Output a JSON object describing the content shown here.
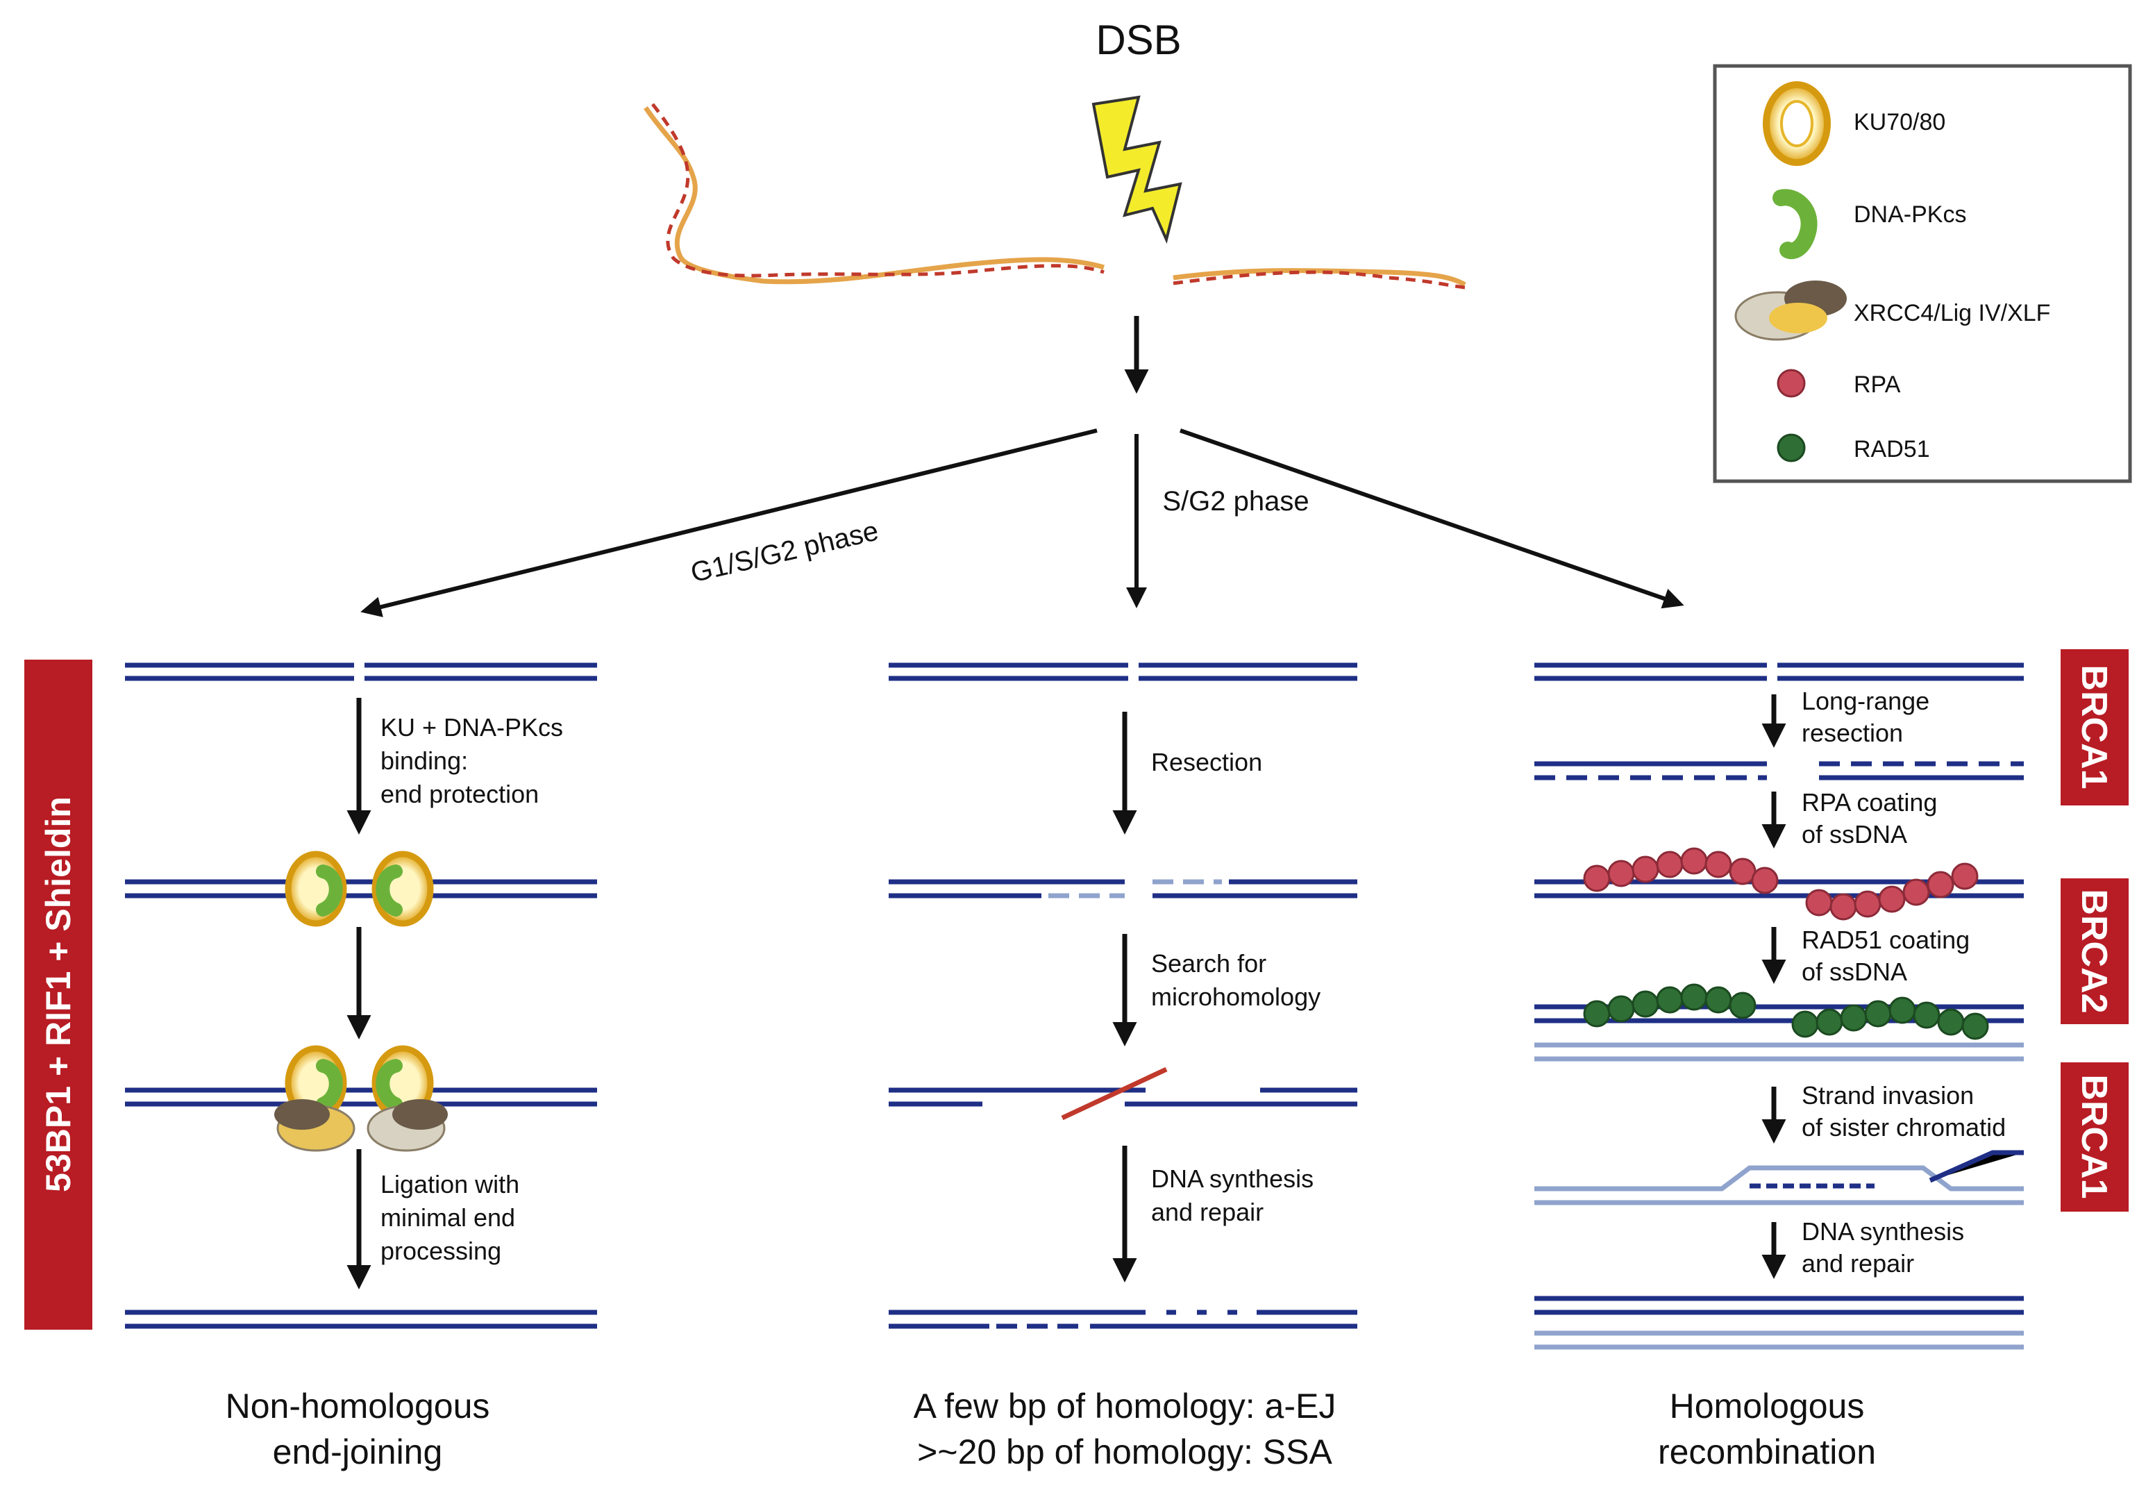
{
  "title": "DSB",
  "phases": {
    "left": "G1/S/G2 phase",
    "middle": "S/G2 phase"
  },
  "legend": {
    "items": [
      {
        "label": "KU70/80",
        "icon": "ku70-80-ring-icon"
      },
      {
        "label": "DNA-PKcs",
        "icon": "dna-pkcs-icon"
      },
      {
        "label": "XRCC4/Lig IV/XLF",
        "icon": "xrcc4-complex-icon"
      },
      {
        "label": "RPA",
        "icon": "rpa-bead-icon"
      },
      {
        "label": "RAD51",
        "icon": "rad51-bead-icon"
      }
    ]
  },
  "side_labels": {
    "left": "53BP1 + RIF1 + Shieldin",
    "brca1_top": "BRCA1",
    "brca2": "BRCA2",
    "brca1_bottom": "BRCA1"
  },
  "nhej": {
    "step1": [
      "KU + DNA-PKcs",
      "binding:",
      "end protection"
    ],
    "step3": [
      "Ligation with",
      "minimal end",
      "processing"
    ],
    "caption": [
      "Non-homologous",
      "end-joining"
    ]
  },
  "alt": {
    "step1": [
      "Resection"
    ],
    "step2": [
      "Search for",
      "microhomology"
    ],
    "step3": [
      "DNA synthesis",
      "and repair"
    ],
    "caption": [
      "A few bp of homology: a-EJ",
      ">~20 bp of homology: SSA"
    ]
  },
  "hr": {
    "step1": [
      "Long-range",
      "resection"
    ],
    "step2": [
      "RPA coating",
      "of ssDNA"
    ],
    "step3": [
      "RAD51 coating",
      "of ssDNA"
    ],
    "step4": [
      "Strand invasion",
      "of sister chromatid"
    ],
    "step5": [
      "DNA synthesis",
      "and repair"
    ],
    "caption": [
      "Homologous",
      "recombination"
    ]
  },
  "colors": {
    "dna_strand": "#1f2f86",
    "dna_light": "#8fa3cc",
    "brca_box": "#b81c24",
    "ku": "#f2c230",
    "dna_pkcs": "#6cb23a",
    "rpa": "#c84a5a",
    "rad51": "#2f6e35",
    "bolt": "#f4ec2a",
    "helix_orange": "#e5a44a",
    "helix_red": "#c0392b"
  }
}
